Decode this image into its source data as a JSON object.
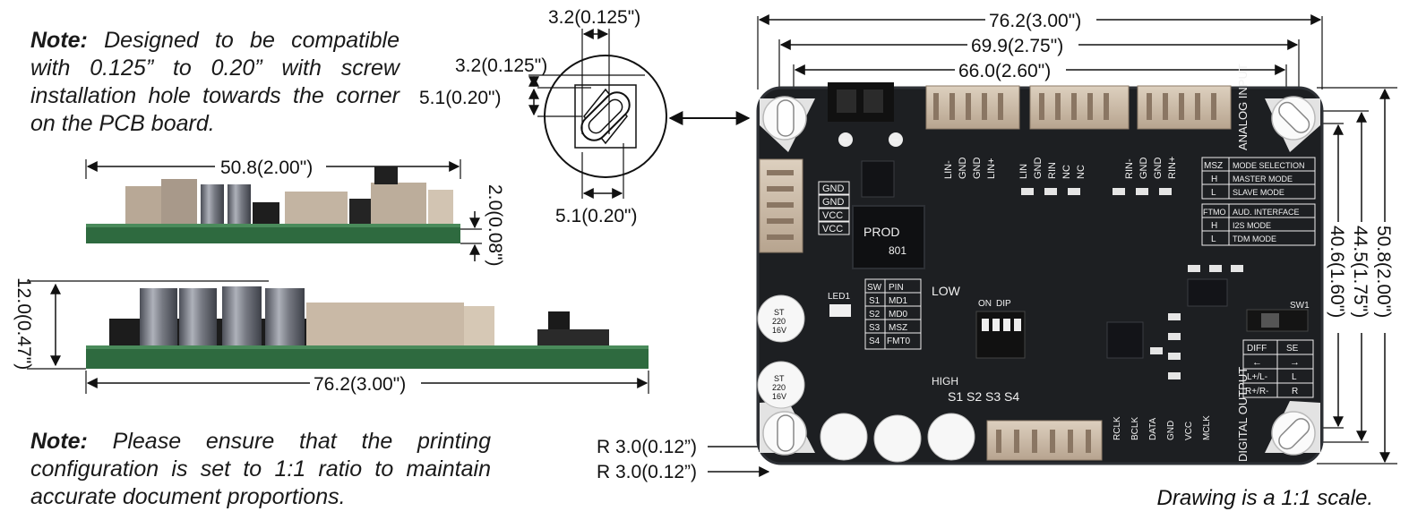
{
  "note_top": {
    "label": "Note:",
    "text": "Designed to be compatible with 0.125” to 0.20” with screw installation hole towards the corner on the PCB board."
  },
  "note_bottom": {
    "label": "Note:",
    "text": "Please ensure that the printing configuration is set to 1:1 ratio to maintain accurate document proportions."
  },
  "scale_note": "Drawing is a 1:1 scale.",
  "hole_detail": {
    "top_width": "3.2(0.125\")",
    "slot_width": "3.2(0.125\")",
    "slot_height": "5.1(0.20\")",
    "bottom_width": "5.1(0.20\")"
  },
  "side_view_top": {
    "width": "50.8(2.00\")",
    "height": "2.0(0.08\")"
  },
  "side_view_bottom": {
    "width": "76.2(3.00\")",
    "height": "12.0(0.47\")"
  },
  "board_dims": {
    "overall_width": "76.2(3.00\")",
    "hole_span_outer": "69.9(2.75\")",
    "hole_span_inner": "66.0(2.60\")",
    "overall_height": "50.8(2.00\")",
    "hole_height_outer": "44.5(1.75\")",
    "hole_height_inner": "40.6(1.60\")",
    "radius_1": "R 3.0(0.12”)",
    "radius_2": "R 3.0(0.12”)"
  },
  "pcb": {
    "chip_label": "PROD",
    "chip_code": "801",
    "header_left": [
      "GND",
      "GND",
      "VCC",
      "VCC"
    ],
    "header_top": [
      "LIN-",
      "GND",
      "GND",
      "LIN+",
      "LIN",
      "GND",
      "RIN",
      "NC",
      "NC",
      "RIN-",
      "GND",
      "GND",
      "RIN+"
    ],
    "analog_label": "ANALOG INPUT",
    "digital_label": "DIGITAL OUTPUT",
    "mode_table": [
      [
        "MSZ",
        "MODE SELECTION"
      ],
      [
        "H",
        "MASTER MODE"
      ],
      [
        "L",
        "SLAVE MODE"
      ]
    ],
    "ftmo_table": [
      [
        "FTMO",
        "AUD. INTERFACE"
      ],
      [
        "H",
        "I2S MODE"
      ],
      [
        "L",
        "TDM MODE"
      ]
    ],
    "sw_table": [
      [
        "SW",
        "PIN"
      ],
      [
        "S1",
        "MD1"
      ],
      [
        "S2",
        "MD0"
      ],
      [
        "S3",
        "MSZ"
      ],
      [
        "S4",
        "FMT0"
      ]
    ],
    "diff_table": [
      [
        "DIFF",
        "SE"
      ],
      [
        "←",
        "→"
      ],
      [
        "L+/L-",
        "L"
      ],
      [
        "R+/R-",
        "R"
      ]
    ],
    "bottom_header": [
      "RCLK",
      "BCLK",
      "DATA",
      "GND",
      "VCC",
      "MCLK"
    ],
    "switches": "S1 S2 S3 S4",
    "cap_text": [
      "ST",
      "220",
      "16V"
    ],
    "low": "LOW",
    "high": "HIGH",
    "sw1": "SW1",
    "led1": "LED1",
    "dip": "DIP",
    "on": "ON"
  }
}
